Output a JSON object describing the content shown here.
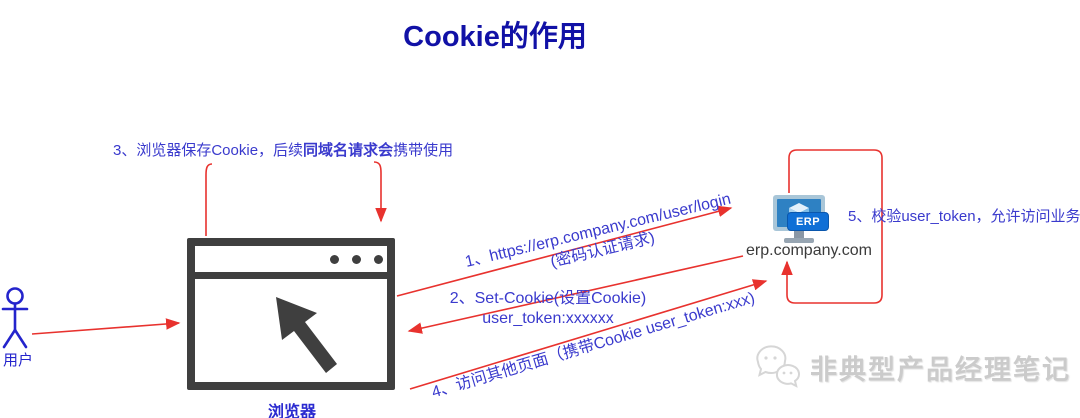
{
  "title": "Cookie的作用",
  "colors": {
    "accent_red": "#e8322e",
    "text_blue": "#3a3acd",
    "title_blue": "#1111a6",
    "dark_gray": "#3f3f3f",
    "badge_blue": "#0f6fd6"
  },
  "nodes": {
    "user": {
      "label": "用户"
    },
    "browser": {
      "label": "浏览器"
    },
    "server": {
      "domain": "erp.company.com",
      "badge": "ERP"
    }
  },
  "annotations": {
    "step1_line1": "1、https://erp.company.com/user/login",
    "step1_line2": "(密码认证请求)",
    "step2_line1": "2、Set-Cookie(设置Cookie)",
    "step2_line2": "user_token:xxxxxx",
    "step3_prefix": "3、浏览器保存Cookie，后续",
    "step3_bold": "同域名请求会",
    "step3_suffix": "携带使用",
    "step4": "4、访问其他页面（携带Cookie user_token:xxx)",
    "step5": "5、校验user_token，允许访问业务"
  },
  "watermark": {
    "text": "非典型产品经理笔记"
  },
  "icons": {
    "user": "stick-figure",
    "browser": "browser-window-with-cursor",
    "server": "monitor-with-cube",
    "watermark_logo": "wechat-chat-bubbles"
  }
}
